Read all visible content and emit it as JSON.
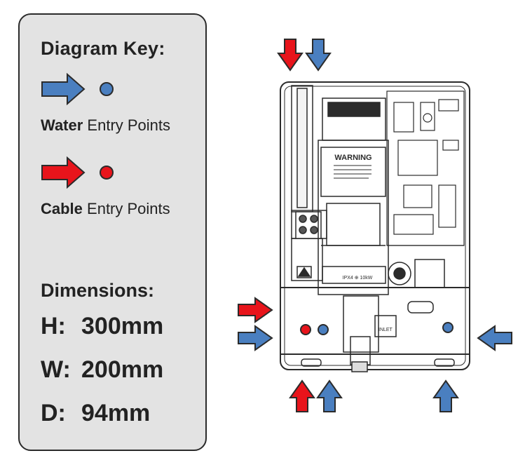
{
  "key": {
    "title": "Diagram Key:",
    "water": {
      "bold": "Water",
      "rest": " Entry Points"
    },
    "cable": {
      "bold": "Cable",
      "rest": " Entry Points"
    }
  },
  "dimensions": {
    "title": "Dimensions:",
    "rows": [
      {
        "label": "H:",
        "value": "300mm"
      },
      {
        "label": "W:",
        "value": "200mm"
      },
      {
        "label": "D:",
        "value": "94mm"
      }
    ]
  },
  "unit_labels": {
    "warning": "WARNING",
    "inlet": "INLET",
    "rating": "IPX4 ⊕ 10kW"
  },
  "colors": {
    "water": "#4a7fc0",
    "cable": "#e8141b",
    "panel_bg": "#e3e3e3",
    "outline": "#2b2b2b"
  }
}
